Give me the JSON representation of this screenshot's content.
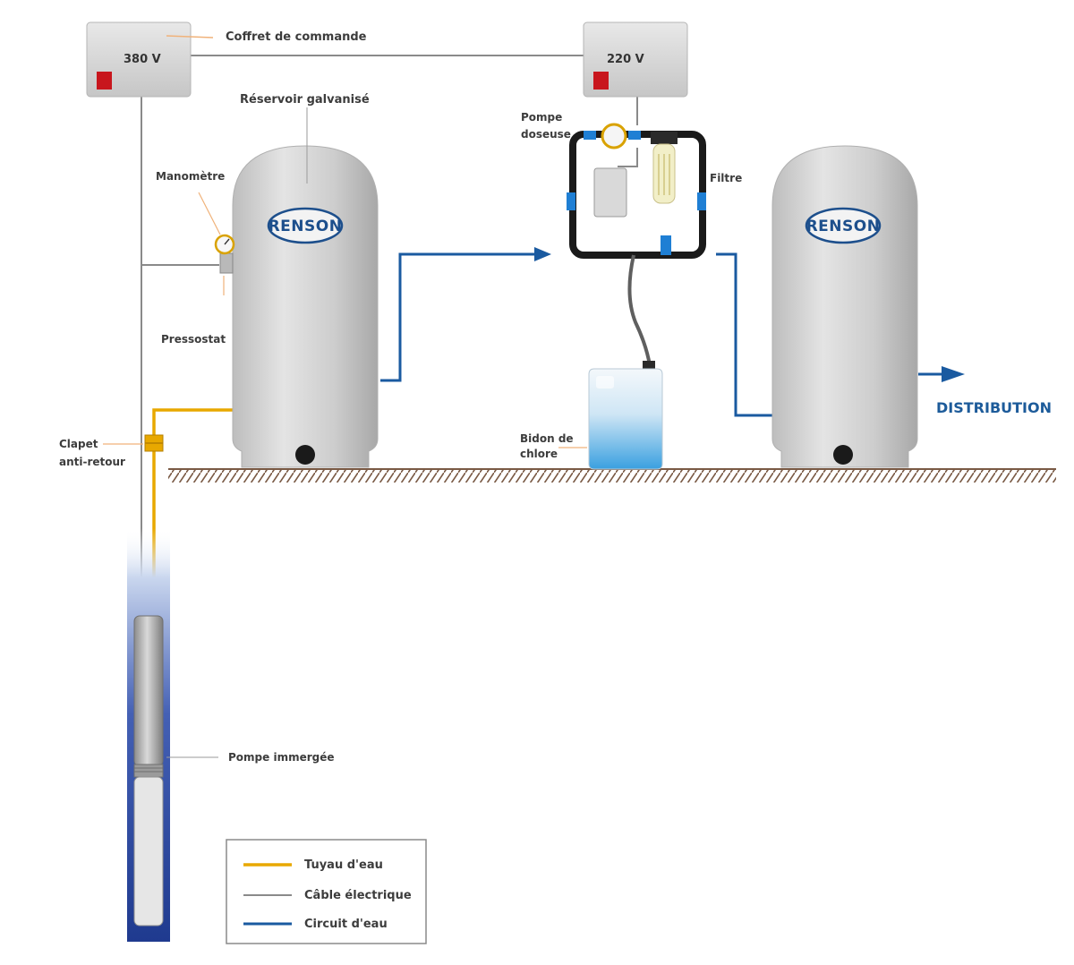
{
  "colors": {
    "water_pipe": "#e8a800",
    "electric_cable": "#8a8a8a",
    "water_circuit": "#1a5aa0",
    "tank": "#cfcfcf",
    "ground": "#7a5a45",
    "brand": "#1d4f8c"
  },
  "control_box_left": {
    "voltage": "380 V"
  },
  "control_box_right": {
    "voltage": "220 V"
  },
  "tank_left": {
    "brand": "RENSON"
  },
  "tank_right": {
    "brand": "RENSON"
  },
  "labels": {
    "coffret": "Coffret de commande",
    "reservoir": "Réservoir galvanisé",
    "manometre": "Manomètre",
    "pressostat": "Pressostat",
    "clapet_line1": "Clapet",
    "clapet_line2": "anti-retour",
    "pompe_doseuse_line1": "Pompe",
    "pompe_doseuse_line2": "doseuse",
    "filtre": "Filtre",
    "bidon_line1": "Bidon de",
    "bidon_line2": "chlore",
    "pompe_immergee": "Pompe immergée",
    "distribution": "DISTRIBUTION"
  },
  "legend": {
    "items": [
      {
        "label": "Tuyau d'eau",
        "color_key": "water_pipe"
      },
      {
        "label": "Câble électrique",
        "color_key": "electric_cable"
      },
      {
        "label": "Circuit d'eau",
        "color_key": "water_circuit"
      }
    ]
  },
  "icons": {
    "control_box": "control-box-icon",
    "gauge": "pressure-gauge-icon",
    "check_valve": "check-valve-icon",
    "dosing_pump": "dosing-pump-icon",
    "filter": "filter-icon",
    "chlorine_can": "chlorine-container-icon",
    "submersible_pump": "submersible-pump-icon",
    "arrow": "flow-arrow-icon"
  }
}
